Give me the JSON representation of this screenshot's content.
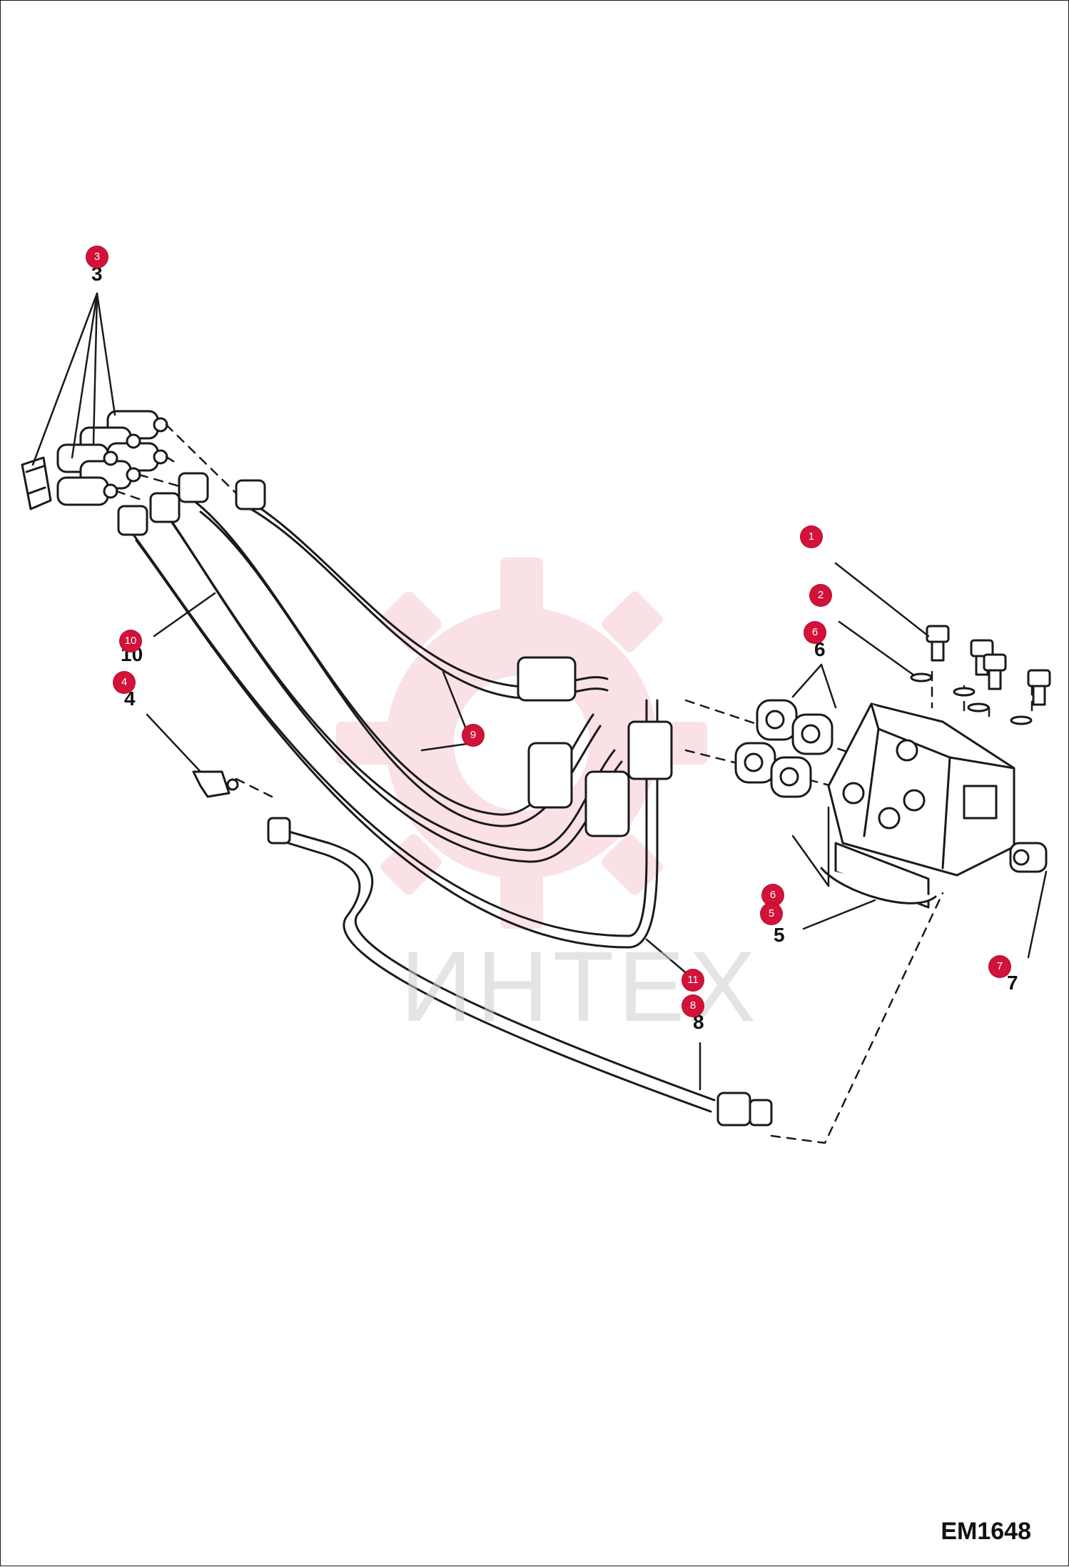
{
  "watermark": {
    "text": "ИНТЕХ",
    "color": "#d21239"
  },
  "diagram_code": "EM1648",
  "callout_color": "#d21239",
  "callouts": [
    {
      "id": "c1",
      "label": "1"
    },
    {
      "id": "c2",
      "label": "2"
    },
    {
      "id": "c6a",
      "label": "6"
    },
    {
      "id": "c3",
      "label": "3"
    },
    {
      "id": "c10",
      "label": "10"
    },
    {
      "id": "c4",
      "label": "4"
    },
    {
      "id": "c9",
      "label": "9"
    },
    {
      "id": "c6b",
      "label": "6"
    },
    {
      "id": "c5",
      "label": "5"
    },
    {
      "id": "c7",
      "label": "7"
    },
    {
      "id": "c11",
      "label": "11"
    },
    {
      "id": "c8",
      "label": "8"
    }
  ],
  "part_numbers": {
    "p3": "3",
    "p10": "10",
    "p4": "4",
    "p6": "6",
    "p5": "5",
    "p7": "7",
    "p8": "8"
  }
}
